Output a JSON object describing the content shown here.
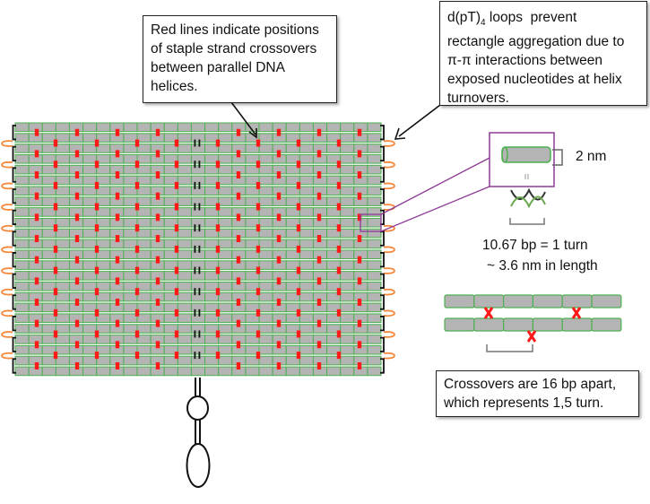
{
  "callouts": {
    "crossovers": {
      "lines": [
        "Red lines indicate positions",
        "of staple strand crossovers",
        "between parallel DNA",
        "helices."
      ]
    },
    "loops": {
      "line1_prefix": "d(pT)",
      "line1_sub": "4",
      "line1_suffix": " loops  prevent",
      "lines": [
        "rectangle aggregation due to",
        "π-π interactions between",
        "exposed nucleotides at helix",
        "turnovers."
      ]
    },
    "spacing": {
      "lines": [
        "Crossovers are 16 bp apart,",
        "which represents 1,5 turn."
      ]
    }
  },
  "labels": {
    "diameter": "2 nm",
    "turn": "10.67 bp = 1 turn",
    "length": "~ 3.6 nm in length"
  },
  "structure": {
    "helix_count": 24,
    "segments_per_helix": 27
  },
  "colors": {
    "helix_fill": "#b4b4b4",
    "helix_stroke": "#4caf50",
    "crossover": "#ff1a1a",
    "loop": "#f5883a",
    "magnifier": "#8e3a96"
  }
}
